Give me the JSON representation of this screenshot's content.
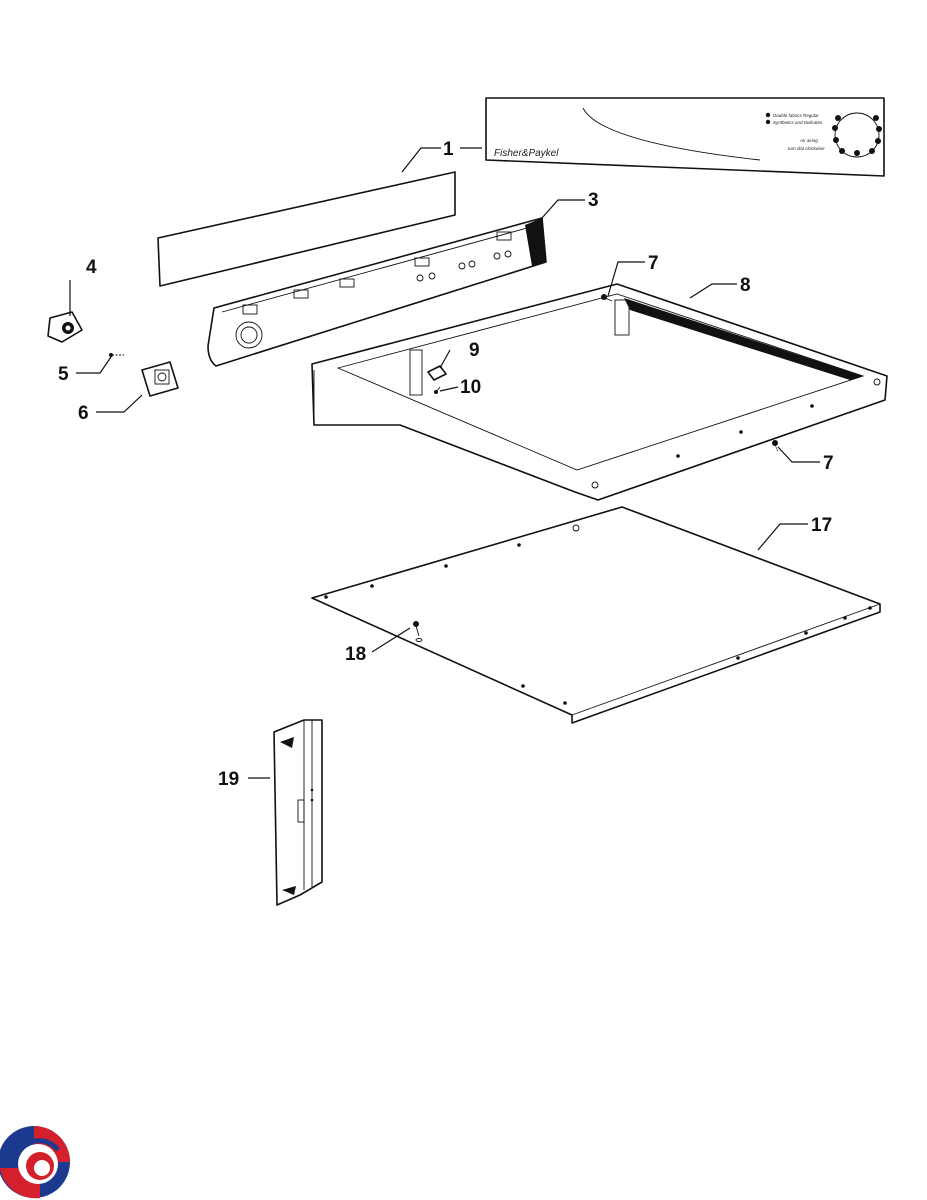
{
  "diagram": {
    "brand_label": "Fisher&Paykel",
    "panel_text": [
      "Double fabrics Regular",
      "Synthetics and Delicates",
      "Air airing",
      "turn dial clockwise"
    ],
    "callouts": [
      {
        "id": "1",
        "label": "1"
      },
      {
        "id": "3",
        "label": "3"
      },
      {
        "id": "4",
        "label": "4"
      },
      {
        "id": "5",
        "label": "5"
      },
      {
        "id": "6",
        "label": "6"
      },
      {
        "id": "7a",
        "label": "7"
      },
      {
        "id": "7b",
        "label": "7"
      },
      {
        "id": "8",
        "label": "8"
      },
      {
        "id": "9",
        "label": "9"
      },
      {
        "id": "10",
        "label": "10"
      },
      {
        "id": "17",
        "label": "17"
      },
      {
        "id": "18",
        "label": "18"
      },
      {
        "id": "19",
        "label": "19"
      }
    ],
    "logo": {
      "name": "swirl-logo-icon",
      "colors": [
        "#1b3a8f",
        "#d4202c",
        "#ffffff"
      ]
    }
  }
}
